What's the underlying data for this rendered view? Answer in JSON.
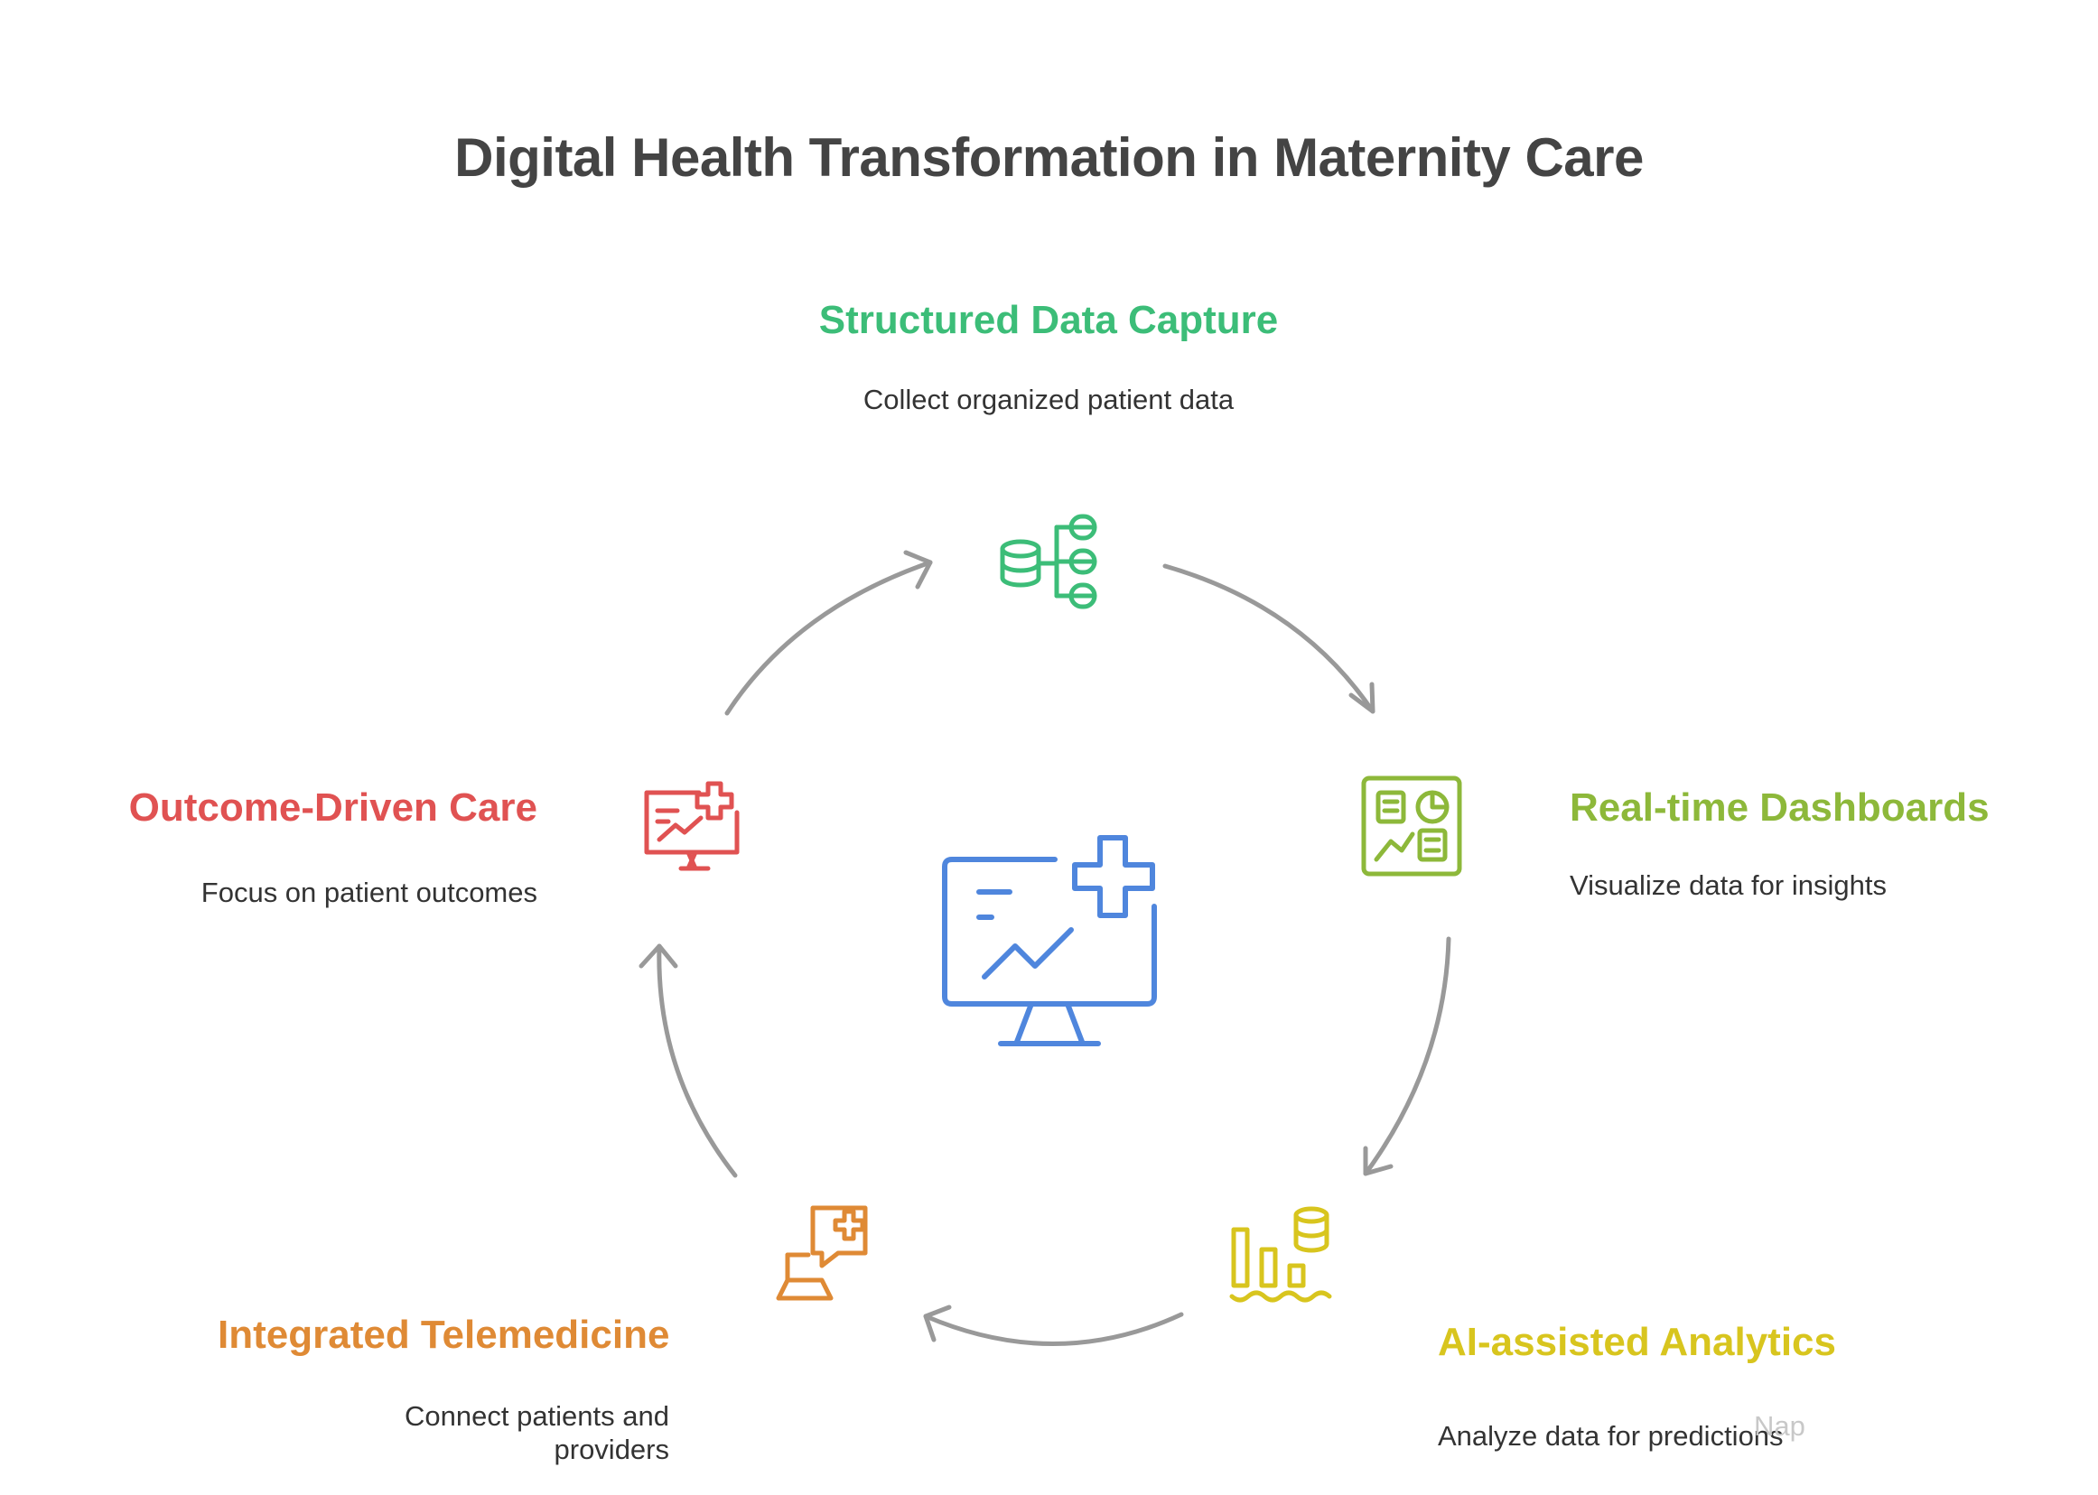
{
  "title": "Digital Health Transformation in Maternity Care",
  "colors": {
    "green": "#3cbd78",
    "lime": "#8db83a",
    "yellow": "#d8c51e",
    "orange": "#df8a35",
    "red": "#e05252",
    "blue": "#4f86dd",
    "arrow": "#999999",
    "title": "#444444"
  },
  "steps": [
    {
      "title": "Structured Data Capture",
      "description": "Collect organized patient data",
      "icon": "database-stack-icon"
    },
    {
      "title": "Real-time Dashboards",
      "description": "Visualize data for insights",
      "icon": "dashboard-icon"
    },
    {
      "title": "AI-assisted Analytics",
      "description": "Analyze data for predictions",
      "icon": "analytics-chart-icon"
    },
    {
      "title": "Integrated Telemedicine",
      "description": "Connect patients and providers",
      "icon": "telemedicine-laptop-icon"
    },
    {
      "title": "Outcome-Driven Care",
      "description": "Focus on patient outcomes",
      "icon": "health-monitor-icon"
    }
  ],
  "center_icon": "health-monitor-icon",
  "watermark": "Nap"
}
